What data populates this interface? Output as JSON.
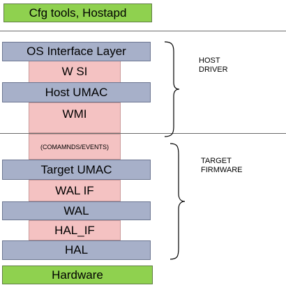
{
  "layers": {
    "cfg_tools": "Cfg tools, Hostapd",
    "os_interface": "OS Interface Layer",
    "wsi": "W SI",
    "host_umac": "Host UMAC",
    "wmi": "WMI",
    "commands_events": "(COMAMNDS/EVENTS)",
    "target_umac": "Target UMAC",
    "wal_if": "WAL IF",
    "wal": "WAL",
    "hal_if": "HAL_IF",
    "hal": "HAL",
    "hardware": "Hardware"
  },
  "groups": {
    "host_line1": "HOST",
    "host_line2": "DRIVER",
    "target_line1": "TARGET",
    "target_line2": "FIRMWARE"
  },
  "colors": {
    "green": "#8fd14f",
    "blue": "#a7b0c9",
    "pink": "#f4c2c2"
  }
}
